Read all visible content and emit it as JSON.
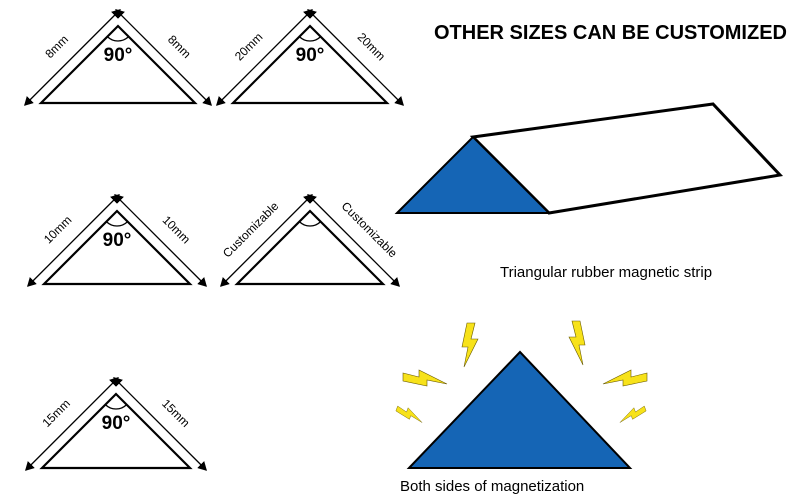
{
  "heading": "OTHER SIZES CAN BE CUSTOMIZED",
  "diagrams": [
    {
      "id": "8mm",
      "left_label": "8mm",
      "right_label": "8mm",
      "angle": "90°"
    },
    {
      "id": "20mm",
      "left_label": "20mm",
      "right_label": "20mm",
      "angle": "90°"
    },
    {
      "id": "10mm",
      "left_label": "10mm",
      "right_label": "10mm",
      "angle": "90°"
    },
    {
      "id": "custom",
      "left_label": "Customizable",
      "right_label": "Customizable",
      "angle": ""
    },
    {
      "id": "15mm",
      "left_label": "15mm",
      "right_label": "15mm",
      "angle": "90°"
    }
  ],
  "strip_caption": "Triangular rubber magnetic strip",
  "magnet_caption": "Both sides of magnetization",
  "colors": {
    "magnet_blue": "#1565b5",
    "lightning": "#f7e21a",
    "outline": "#000000"
  },
  "icons": [
    "dimension-arrow-icon",
    "angle-arc-icon",
    "lightning-bolt-icon"
  ]
}
